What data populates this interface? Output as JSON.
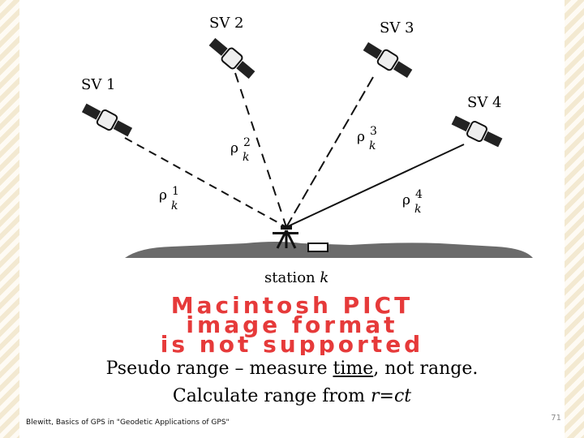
{
  "diagram": {
    "satellites": [
      {
        "label": "SV 1",
        "range_symbol": "ρ",
        "range_super": "1",
        "range_sub": "k"
      },
      {
        "label": "SV 2",
        "range_symbol": "ρ",
        "range_super": "2",
        "range_sub": "k"
      },
      {
        "label": "SV 3",
        "range_symbol": "ρ",
        "range_super": "3",
        "range_sub": "k"
      },
      {
        "label": "SV 4",
        "range_symbol": "ρ",
        "range_super": "4",
        "range_sub": "k"
      }
    ],
    "station_label": "station",
    "station_id": "k"
  },
  "pict_banner": {
    "line1": "Macintosh PICT",
    "line2": "image format",
    "line3": "is not supported",
    "color": "#e63a3a"
  },
  "caption": {
    "line1_part1": "Pseudo range – measure ",
    "line1_emph": "time",
    "line1_part2": ", not range.",
    "line2_part1": "Calculate range from ",
    "line2_formula": "r=ct"
  },
  "footer": {
    "source": "Blewitt, Basics of GPS in \"Geodetic Applications of GPS\"",
    "page_number": "71"
  }
}
